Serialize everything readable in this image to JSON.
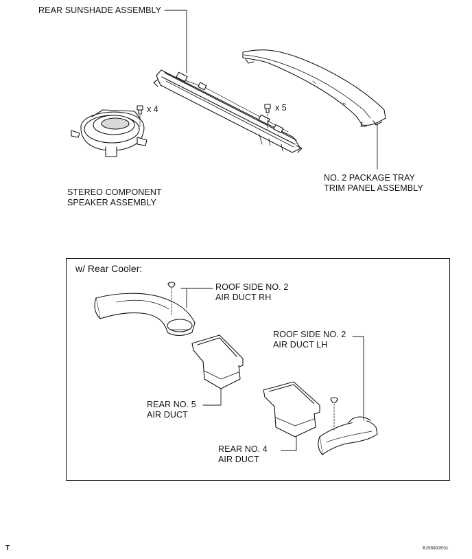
{
  "labels": {
    "rear_sunshade": "REAR SUNSHADE ASSEMBLY",
    "speaker": [
      "STEREO COMPONENT",
      "SPEAKER ASSEMBLY"
    ],
    "package_tray": [
      "NO. 2 PACKAGE TRAY",
      "TRIM PANEL ASSEMBLY"
    ],
    "duct_rh": [
      "ROOF SIDE NO. 2",
      "AIR DUCT RH"
    ],
    "duct_lh": [
      "ROOF SIDE NO. 2",
      "AIR DUCT LH"
    ],
    "rear5": [
      "REAR NO. 5",
      "AIR DUCT"
    ],
    "rear4": [
      "REAR NO. 4",
      "AIR DUCT"
    ]
  },
  "quantities": {
    "speaker_screws": "x 4",
    "sunshade_screws": "x 5"
  },
  "condition_box": {
    "title": "w/ Rear Cooler:"
  },
  "corner_mark": "T",
  "figure_ref": "B155902E01",
  "colors": {
    "line": "#111111",
    "fill": "#ffffff",
    "shade": "#d9d9d9"
  }
}
